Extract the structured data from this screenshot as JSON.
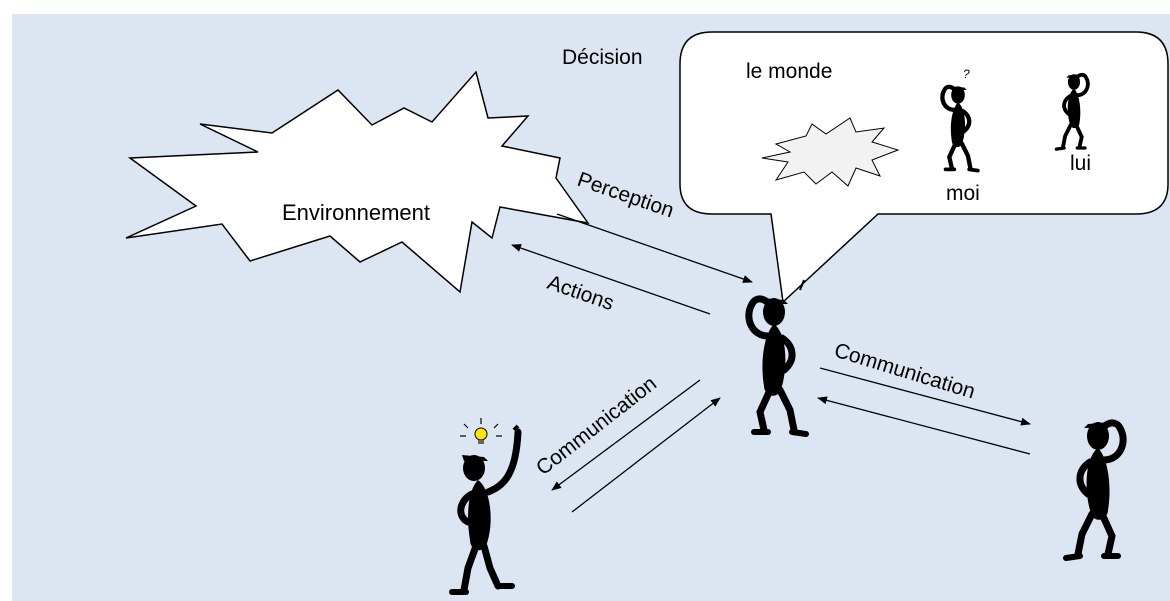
{
  "labels": {
    "environment": "Environnement",
    "perception": "Perception",
    "actions": "Actions",
    "communication_left": "Communication",
    "communication_right": "Communication",
    "decision": "Décision",
    "world": "le monde",
    "me": "moi",
    "him": "lui",
    "question_mark": "?"
  },
  "colors": {
    "background": "#dce6f2",
    "figure": "#000000",
    "bubble_fill": "#ffffff",
    "bulb": "#ffe600",
    "star_fill": "#ffffff",
    "small_star_fill": "#f2f2f2"
  }
}
